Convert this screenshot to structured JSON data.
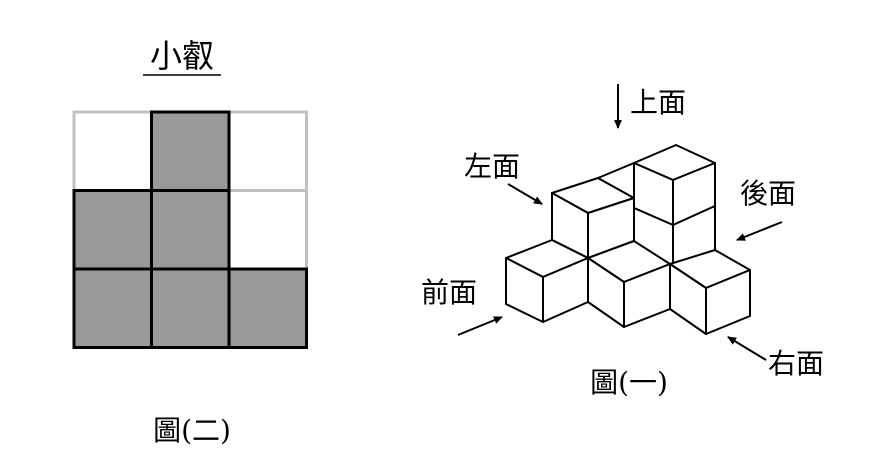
{
  "left_figure": {
    "title": "小叡",
    "caption": "圖(二)",
    "grid": {
      "rows": 3,
      "cols": 3,
      "filled": [
        [
          0,
          1,
          0
        ],
        [
          1,
          1,
          0
        ],
        [
          1,
          1,
          1
        ]
      ]
    }
  },
  "right_figure": {
    "caption": "圖(一)",
    "labels": {
      "top": "上面",
      "left": "左面",
      "back": "後面",
      "front": "前面",
      "right": "右面"
    }
  },
  "colors": {
    "filled": "#999999",
    "empty_border": "#c0c0c0",
    "line": "#000000"
  }
}
